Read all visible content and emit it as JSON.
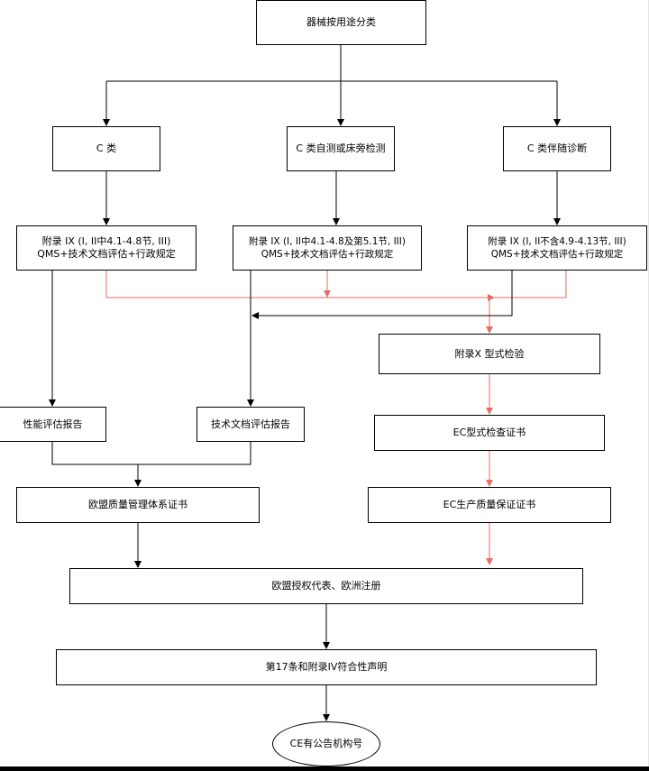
{
  "nodes": {
    "root": "器械按用途分类",
    "class_c": "C 类",
    "class_c_self": "C 类自测或床旁检测",
    "class_c_companion": "C 类伴随诊断",
    "annex_left_1": "附录  IX  (I, II中4.1-4.8节, III)",
    "annex_left_2": "QMS+技术文档评估+行政规定",
    "annex_mid_1": "附录  IX  (I, II中4.1-4.8及第5.1节, III)",
    "annex_mid_2": "QMS+技术文档评估+行政规定",
    "annex_right_1": "附录  IX  (I, II不含4.9-4.13节, III)",
    "annex_right_2": "QMS+技术文档评估+行政规定",
    "annex_x": "附录X 型式检验",
    "performance_report": "性能评估报告",
    "tech_report": "技术文档评估报告",
    "ec_type_cert": "EC型式检查证书",
    "eu_qms_cert": "欧盟质量管理体系证书",
    "ec_production_cert": "EC生产质量保证证书",
    "eu_rep": "欧盟授权代表、欧洲注册",
    "declaration": "第17条和附录IV符合性声明",
    "ce_mark": "CE有公告机构号"
  },
  "colors": {
    "line": "#000000",
    "red_line": "#ea6b66",
    "box_border": "#000000"
  }
}
